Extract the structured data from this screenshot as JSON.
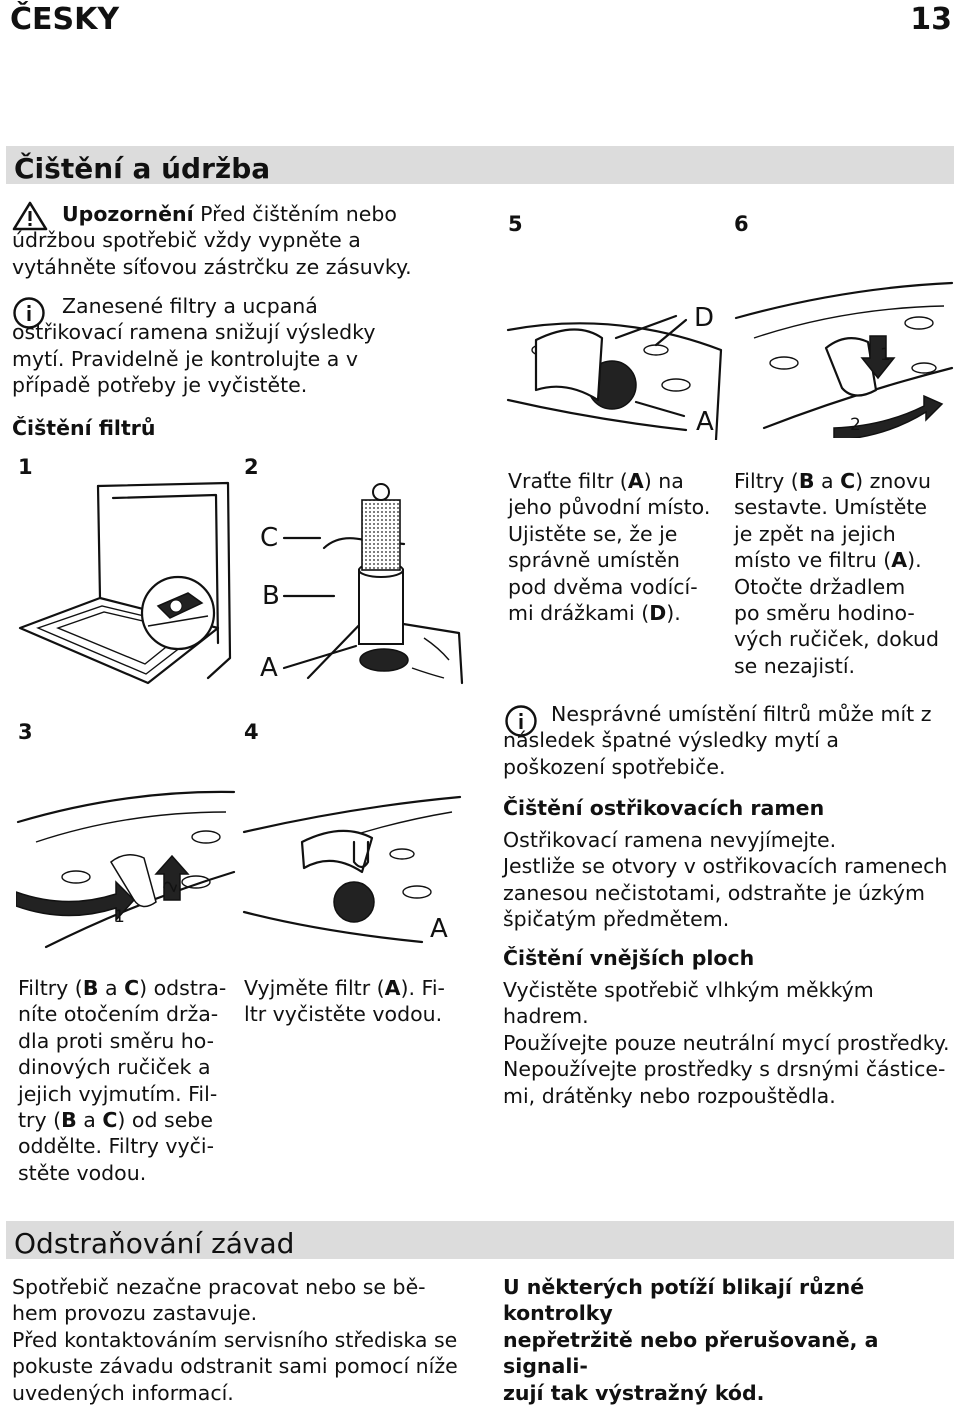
{
  "header": {
    "language": "ČESKY",
    "page_number": "13"
  },
  "section1": {
    "title": "Čištění a údržba",
    "warning": {
      "bold": "Upozornění",
      "text": " Před čištěním nebo údržbou spotřebič vždy vypněte a vytáhněte síťovou zástrčku ze zásuvky."
    },
    "info": "Zanesené filtry a ucpaná ostřikovací ramena snižují výsledky mytí. Pravidelně je kontrolujte a v případě potřeby je vyčistěte.",
    "subheading": "Čištění filtrů"
  },
  "steps": {
    "s1": "1",
    "s2": "2",
    "s3": "3",
    "s4": "4",
    "s5": "5",
    "s6": "6",
    "labels": {
      "a": "A",
      "b": "B",
      "c": "C",
      "d": "D",
      "one": "1",
      "two": "2"
    }
  },
  "step3_text": [
    "Filtry (",
    "B",
    " a ",
    "C",
    ") odstra-",
    "níte otočením drža-",
    "dla proti směru ho-",
    "dinových ručiček a",
    "jejich vyjmutím. Fil-",
    "try (",
    "B",
    " a ",
    "C",
    ") od sebe",
    "oddělte. Filtry vyči-",
    "stěte vodou."
  ],
  "step4_text": [
    "Vyjměte filtr (",
    "A",
    "). Fi-",
    "ltr vyčistěte vodou."
  ],
  "step5_text": [
    "Vraťte filtr (",
    "A",
    ") na",
    "jeho původní místo.",
    "Ujistěte se, že je",
    "správně umístěn",
    "pod dvěma vodící-",
    "mi drážkami (",
    "D",
    ")."
  ],
  "step6_text": [
    "Filtry (",
    "B",
    " a ",
    "C",
    ") znovu",
    "sestavte. Umístěte",
    "je zpět na jejich",
    "místo ve filtru (",
    "A",
    ").",
    "Otočte držadlem",
    "po směru hodino-",
    "vých ručiček, dokud",
    "se nezajistí."
  ],
  "info2": "Nesprávné umístění filtrů může mít z následek špatné výsledky mytí a poškození spotřebiče.",
  "spray_arms": {
    "heading": "Čištění ostřikovacích ramen",
    "lines": [
      "Ostřikovací ramena nevyjímejte.",
      "Jestliže se otvory v ostřikovacích ramenech",
      "zanesou nečistotami, odstraňte je úzkým",
      "špičatým předmětem."
    ]
  },
  "outer": {
    "heading": "Čištění vnějších ploch",
    "lines": [
      "Vyčistěte spotřebič vlhkým měkkým hadrem.",
      "Používejte pouze neutrální mycí prostředky.",
      "Nepoužívejte prostředky s drsnými částice-",
      "mi, drátěnky nebo rozpouštědla."
    ]
  },
  "section2": {
    "title": "Odstraňování závad",
    "left_lines": [
      "Spotřebič nezačne pracovat nebo se bě-",
      "hem provozu zastavuje.",
      "Před kontaktováním servisního střediska se",
      "pokuste závadu odstranit sami pomocí níže",
      "uvedených informací."
    ],
    "right_lines": [
      "U některých potíží blikají různé kontrolky",
      "nepřetržitě nebo přerušovaně, a signali-",
      "zují tak výstražný kód."
    ]
  }
}
